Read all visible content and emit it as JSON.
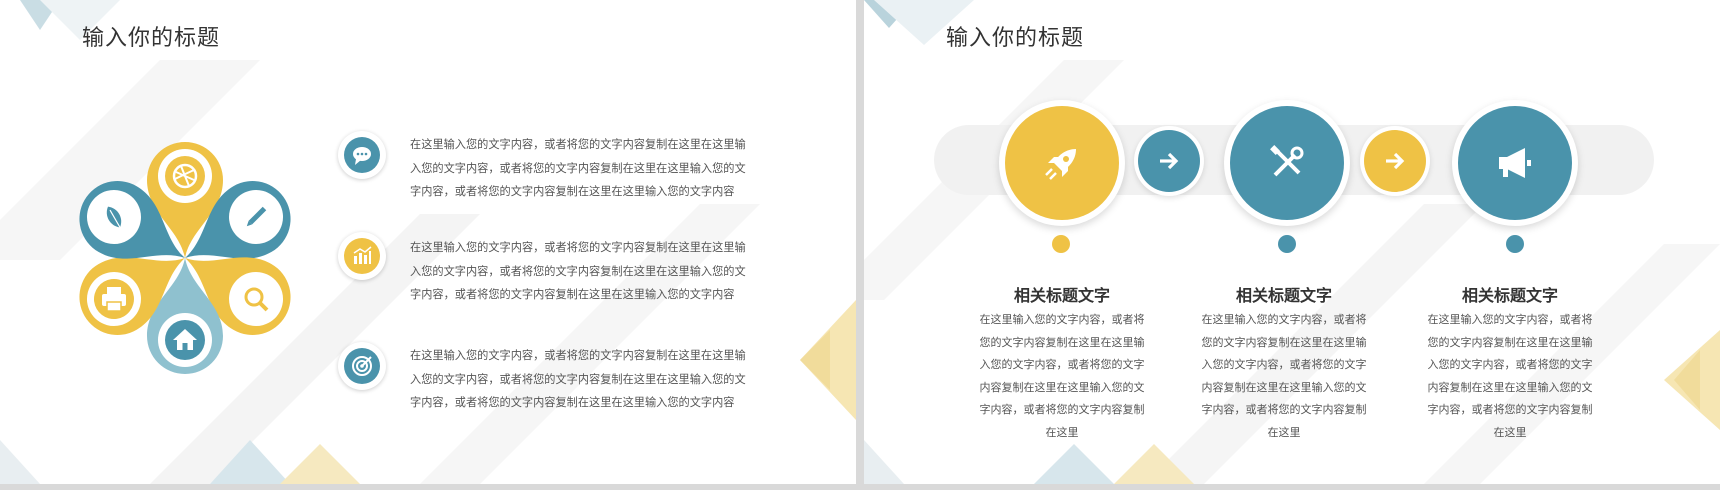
{
  "colors": {
    "teal": "#4a93ab",
    "yellow": "#efc245",
    "light_teal": "#8fc1cf",
    "text": "#555555"
  },
  "slide1": {
    "title": "输入你的标题",
    "flower_icons": [
      "globe-icon",
      "pen-icon",
      "search-icon",
      "home-icon",
      "printer-icon",
      "leaf-icon"
    ],
    "items": [
      {
        "icon": "chat-bubble-icon",
        "text": [
          "在这里输入您的文字内容，或者将您的文字内容复制在这里在这里输",
          "入您的文字内容，或者将您的文字内容复制在这里在这里输入您的文",
          "字内容，或者将您的文字内容复制在这里在这里输入您的文字内容"
        ]
      },
      {
        "icon": "bar-chart-icon",
        "text": [
          "在这里输入您的文字内容，或者将您的文字内容复制在这里在这里输",
          "入您的文字内容，或者将您的文字内容复制在这里在这里输入您的文",
          "字内容，或者将您的文字内容复制在这里在这里输入您的文字内容"
        ]
      },
      {
        "icon": "target-icon",
        "text": [
          "在这里输入您的文字内容，或者将您的文字内容复制在这里在这里输",
          "入您的文字内容，或者将您的文字内容复制在这里在这里输入您的文",
          "字内容，或者将您的文字内容复制在这里在这里输入您的文字内容"
        ]
      }
    ]
  },
  "slide2": {
    "title": "输入你的标题",
    "steps": [
      {
        "icon": "rocket-icon",
        "heading": "相关标题文字",
        "text": [
          "在这里输入您的文字内容，或者将",
          "您的文字内容复制在这里在这里输",
          "入您的文字内容，或者将您的文字",
          "内容复制在这里在这里输入您的文",
          "字内容，或者将您的文字内容复制",
          "在这里"
        ]
      },
      {
        "icon": "tools-icon",
        "heading": "相关标题文字",
        "text": [
          "在这里输入您的文字内容，或者将",
          "您的文字内容复制在这里在这里输",
          "入您的文字内容，或者将您的文字",
          "内容复制在这里在这里输入您的文",
          "字内容，或者将您的文字内容复制",
          "在这里"
        ]
      },
      {
        "icon": "megaphone-icon",
        "heading": "相关标题文字",
        "text": [
          "在这里输入您的文字内容，或者将",
          "您的文字内容复制在这里在这里输",
          "入您的文字内容，或者将您的文字",
          "内容复制在这里在这里输入您的文",
          "字内容，或者将您的文字内容复制",
          "在这里"
        ]
      }
    ],
    "connectors": [
      "arrow-right-icon",
      "arrow-right-icon"
    ]
  }
}
